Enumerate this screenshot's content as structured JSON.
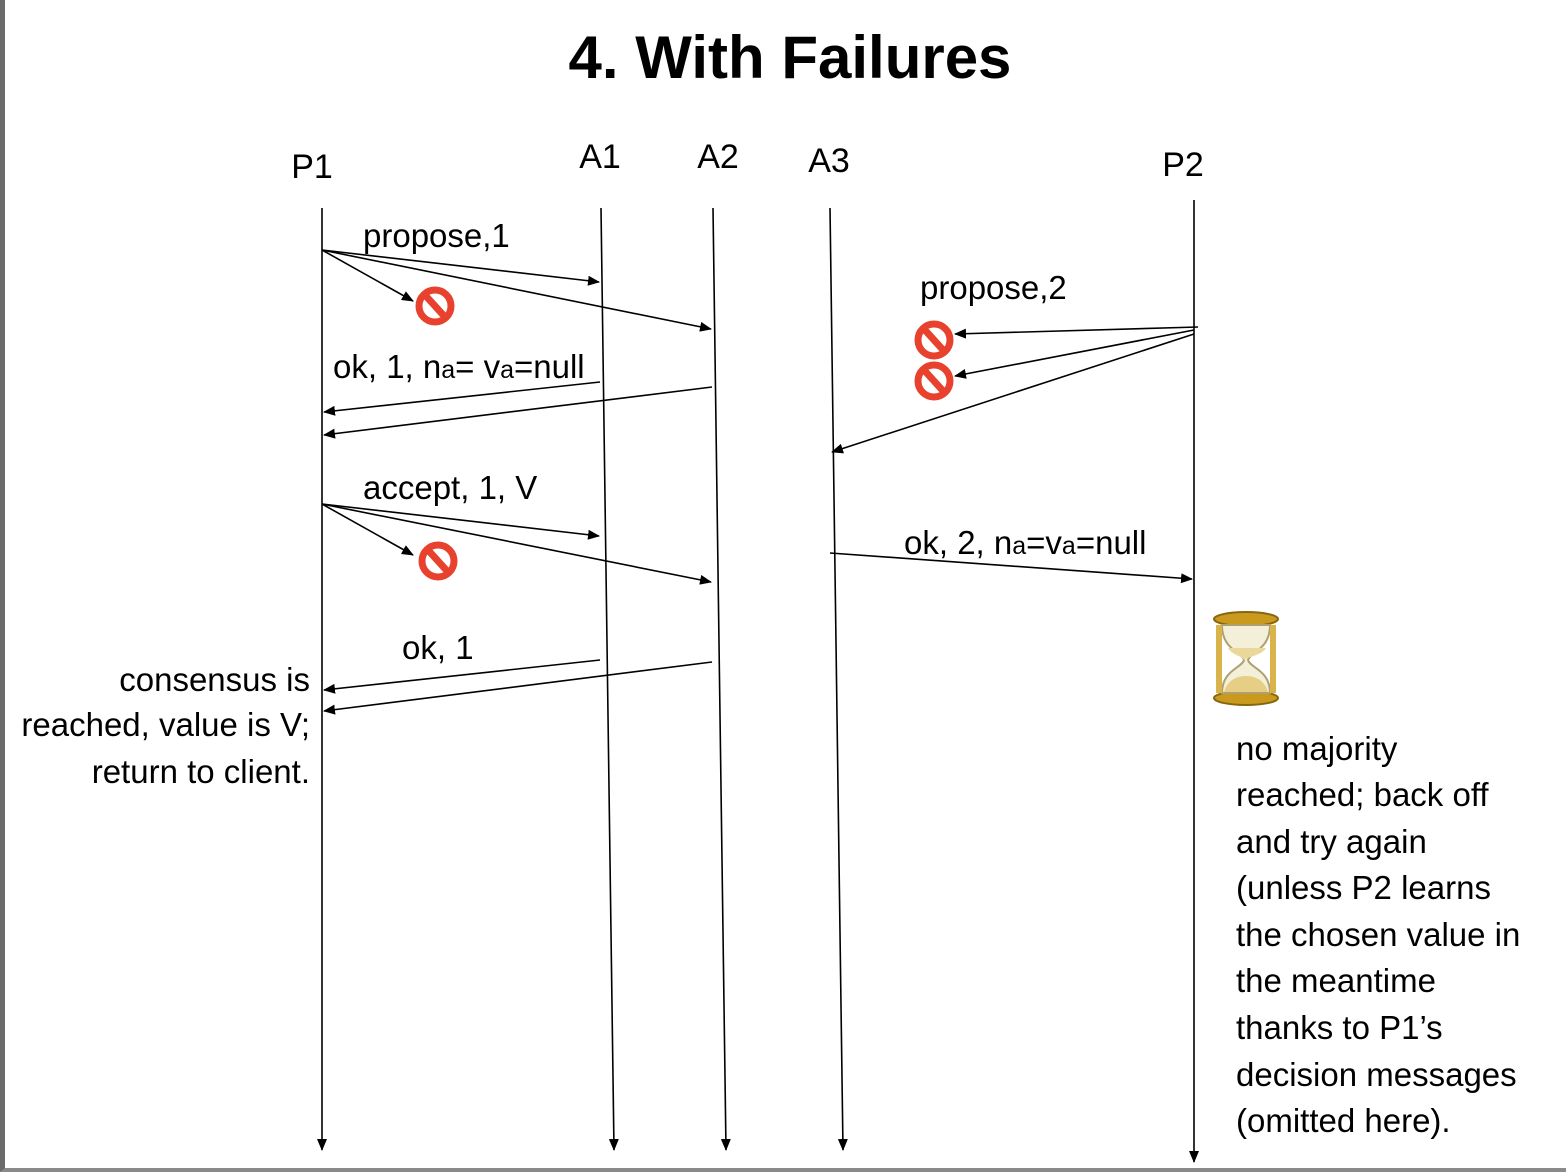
{
  "slide": {
    "title": "4. With Failures"
  },
  "actors": [
    {
      "id": "P1",
      "label": "P1"
    },
    {
      "id": "A1",
      "label": "A1"
    },
    {
      "id": "A2",
      "label": "A2"
    },
    {
      "id": "A3",
      "label": "A3"
    },
    {
      "id": "P2",
      "label": "P2"
    }
  ],
  "messages": {
    "propose1": "propose,1",
    "ok1_prefix": "ok, 1, n",
    "ok1_sub1": "a",
    "ok1_mid": "= v",
    "ok1_sub2": "a",
    "ok1_suffix": "=null",
    "propose2": "propose,2",
    "accept": "accept, 1, V",
    "ok2_prefix": "ok, 2, n",
    "ok2_sub1": "a",
    "ok2_mid": "=v",
    "ok2_sub2": "a",
    "ok2_suffix": "=null",
    "okfinal": "ok, 1"
  },
  "notes": {
    "p1_result": [
      "consensus is",
      "reached, value is V;",
      "return to client."
    ],
    "p2_result": [
      "no majority",
      "reached; back off",
      "and try again",
      "(unless P2 learns",
      "the chosen value in",
      "the meantime",
      "thanks to P1’s",
      "decision messages",
      "(omitted here)."
    ]
  },
  "icons": {
    "dropped_message": "no-entry-icon",
    "waiting": "hourglass-icon"
  },
  "colors": {
    "failure": "#e8422e",
    "hourglass_frame": "#c99a1e"
  }
}
